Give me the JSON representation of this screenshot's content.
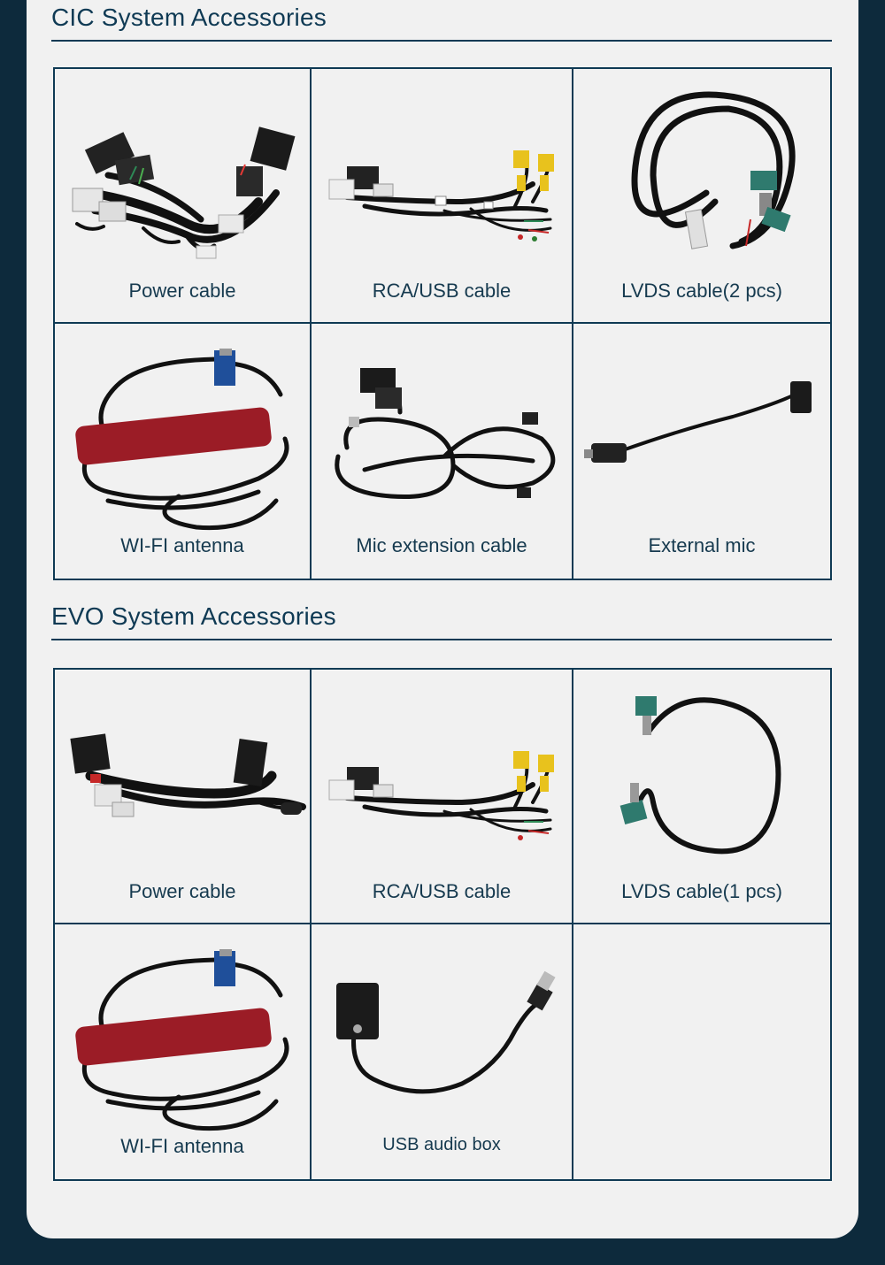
{
  "sections": [
    {
      "title": "CIC System Accessories",
      "items": [
        {
          "label": "Power cable",
          "icon": "power-cable-image"
        },
        {
          "label": "RCA/USB cable",
          "icon": "rca-usb-cable-image"
        },
        {
          "label": "LVDS cable(2 pcs)",
          "icon": "lvds-cable-image"
        },
        {
          "label": "WI-FI antenna",
          "icon": "wifi-antenna-image"
        },
        {
          "label": "Mic extension cable",
          "icon": "mic-extension-cable-image"
        },
        {
          "label": "External mic",
          "icon": "external-mic-image"
        }
      ]
    },
    {
      "title": "EVO System Accessories",
      "items": [
        {
          "label": "Power cable",
          "icon": "power-cable-image"
        },
        {
          "label": "RCA/USB cable",
          "icon": "rca-usb-cable-image"
        },
        {
          "label": "LVDS cable(1 pcs)",
          "icon": "lvds-cable-image"
        },
        {
          "label": "WI-FI antenna",
          "icon": "wifi-antenna-image"
        },
        {
          "label": "USB audio box",
          "icon": "usb-audio-box-image"
        },
        {
          "label": "",
          "icon": ""
        }
      ]
    }
  ],
  "colors": {
    "background": "#0d2a3c",
    "panel": "#f1f1f1",
    "accent": "#0f3a54",
    "antenna": "#9b1c26",
    "connector_green": "#2f7a6e",
    "connector_blue": "#1f4f9a",
    "connector_yellow": "#e8c21d"
  }
}
